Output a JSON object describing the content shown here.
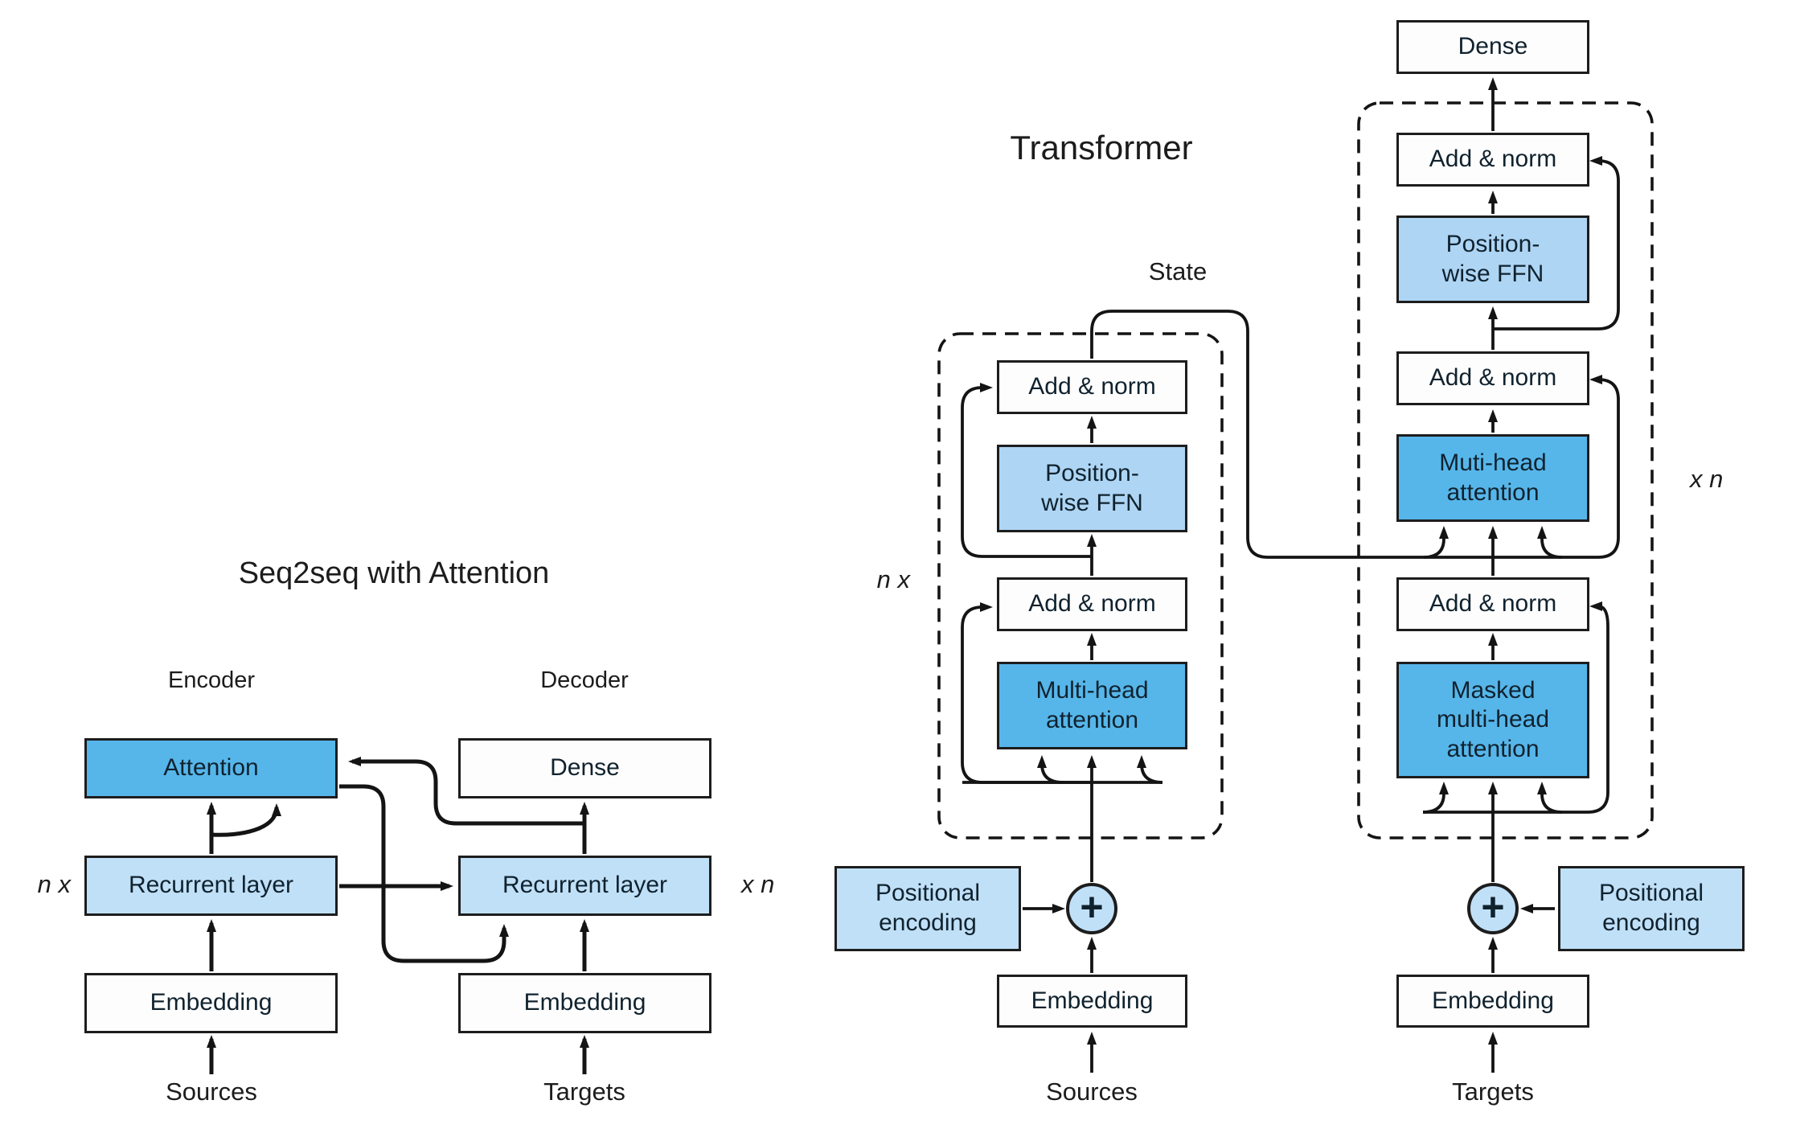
{
  "colors": {
    "box_dark_blue": "#56b6ea",
    "box_light_blue": "#c0e0f8",
    "box_ffn_blue": "#aed5f4",
    "box_white": "#fdfdfd",
    "line": "#141414"
  },
  "seq2seq": {
    "title": "Seq2seq with Attention",
    "encoder_heading": "Encoder",
    "decoder_heading": "Decoder",
    "repeat_left": "n x",
    "repeat_right": "x n",
    "attention": "Attention",
    "encoder_recurrent": "Recurrent layer",
    "decoder_recurrent": "Recurrent layer",
    "dense": "Dense",
    "encoder_embedding": "Embedding",
    "decoder_embedding": "Embedding",
    "encoder_input": "Sources",
    "decoder_input": "Targets"
  },
  "transformer": {
    "title": "Transformer",
    "state_label": "State",
    "repeat_left": "n x",
    "repeat_right": "x n",
    "dense": "Dense",
    "encoder": {
      "add_norm_top": "Add & norm",
      "ffn": "Position-\nwise FFN",
      "add_norm_bottom": "Add & norm",
      "attention": "Multi-head\nattention",
      "positional_encoding": "Positional\nencoding",
      "embedding": "Embedding",
      "plus": "+",
      "input": "Sources"
    },
    "decoder": {
      "add_norm_top": "Add & norm",
      "ffn": "Position-\nwise FFN",
      "add_norm_mid": "Add & norm",
      "attention": "Muti-head\nattention",
      "add_norm_bottom": "Add & norm",
      "masked_attention": "Masked\nmulti-head\nattention",
      "positional_encoding": "Positional\nencoding",
      "embedding": "Embedding",
      "plus": "+",
      "input": "Targets"
    }
  }
}
